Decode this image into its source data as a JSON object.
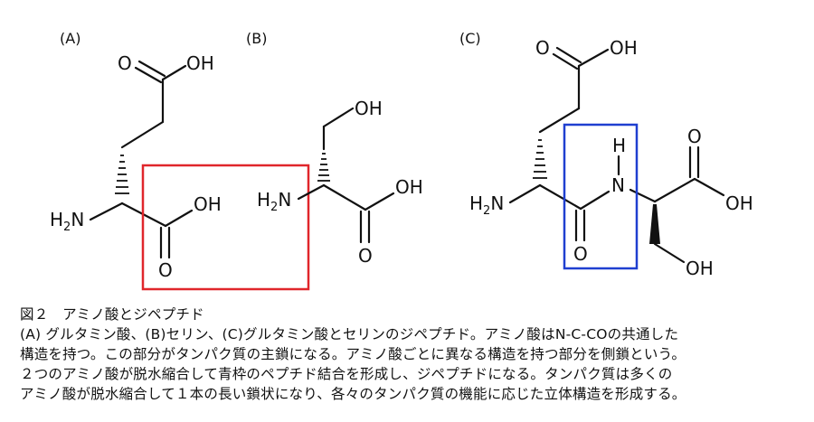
{
  "panels": {
    "a": {
      "label": "(A)",
      "atoms": {
        "side_o": "O",
        "side_oh": "OH",
        "alpha_oh": "OH",
        "alpha_o": "O",
        "amine_h": "H",
        "amine_sub": "2",
        "amine_n": "N"
      }
    },
    "b": {
      "label": "(B)",
      "atoms": {
        "side_oh": "OH",
        "amine_h": "H",
        "amine_sub": "2",
        "amine_n": "N",
        "acid_o": "O",
        "acid_oh": "OH"
      }
    },
    "c": {
      "label": "(C)",
      "atoms": {
        "side_o": "O",
        "side_oh": "OH",
        "amine_h": "H",
        "amine_sub": "2",
        "amine_n": "N",
        "peptide_h": "H",
        "peptide_n": "N",
        "peptide_o": "O",
        "acid_o": "O",
        "acid_oh": "OH",
        "serine_oh": "OH"
      }
    }
  },
  "highlights": {
    "red_box_color": "#e0262b",
    "blue_box_color": "#1f3fd0"
  },
  "caption": {
    "title": "図２　アミノ酸とジペプチド",
    "lines": [
      "(A) グルタミン酸、(B)セリン、(C)グルタミン酸とセリンのジペプチド。アミノ酸はN-C-COの共通した",
      "構造を持つ。この部分がタンパク質の主鎖になる。アミノ酸ごとに異なる構造を持つ部分を側鎖という。",
      "２つのアミノ酸が脱水縮合して青枠のペプチド結合を形成し、ジペプチドになる。タンパク質は多くの",
      "アミノ酸が脱水縮合して１本の長い鎖状になり、各々のタンパク質の機能に応じた立体構造を形成する。"
    ]
  }
}
